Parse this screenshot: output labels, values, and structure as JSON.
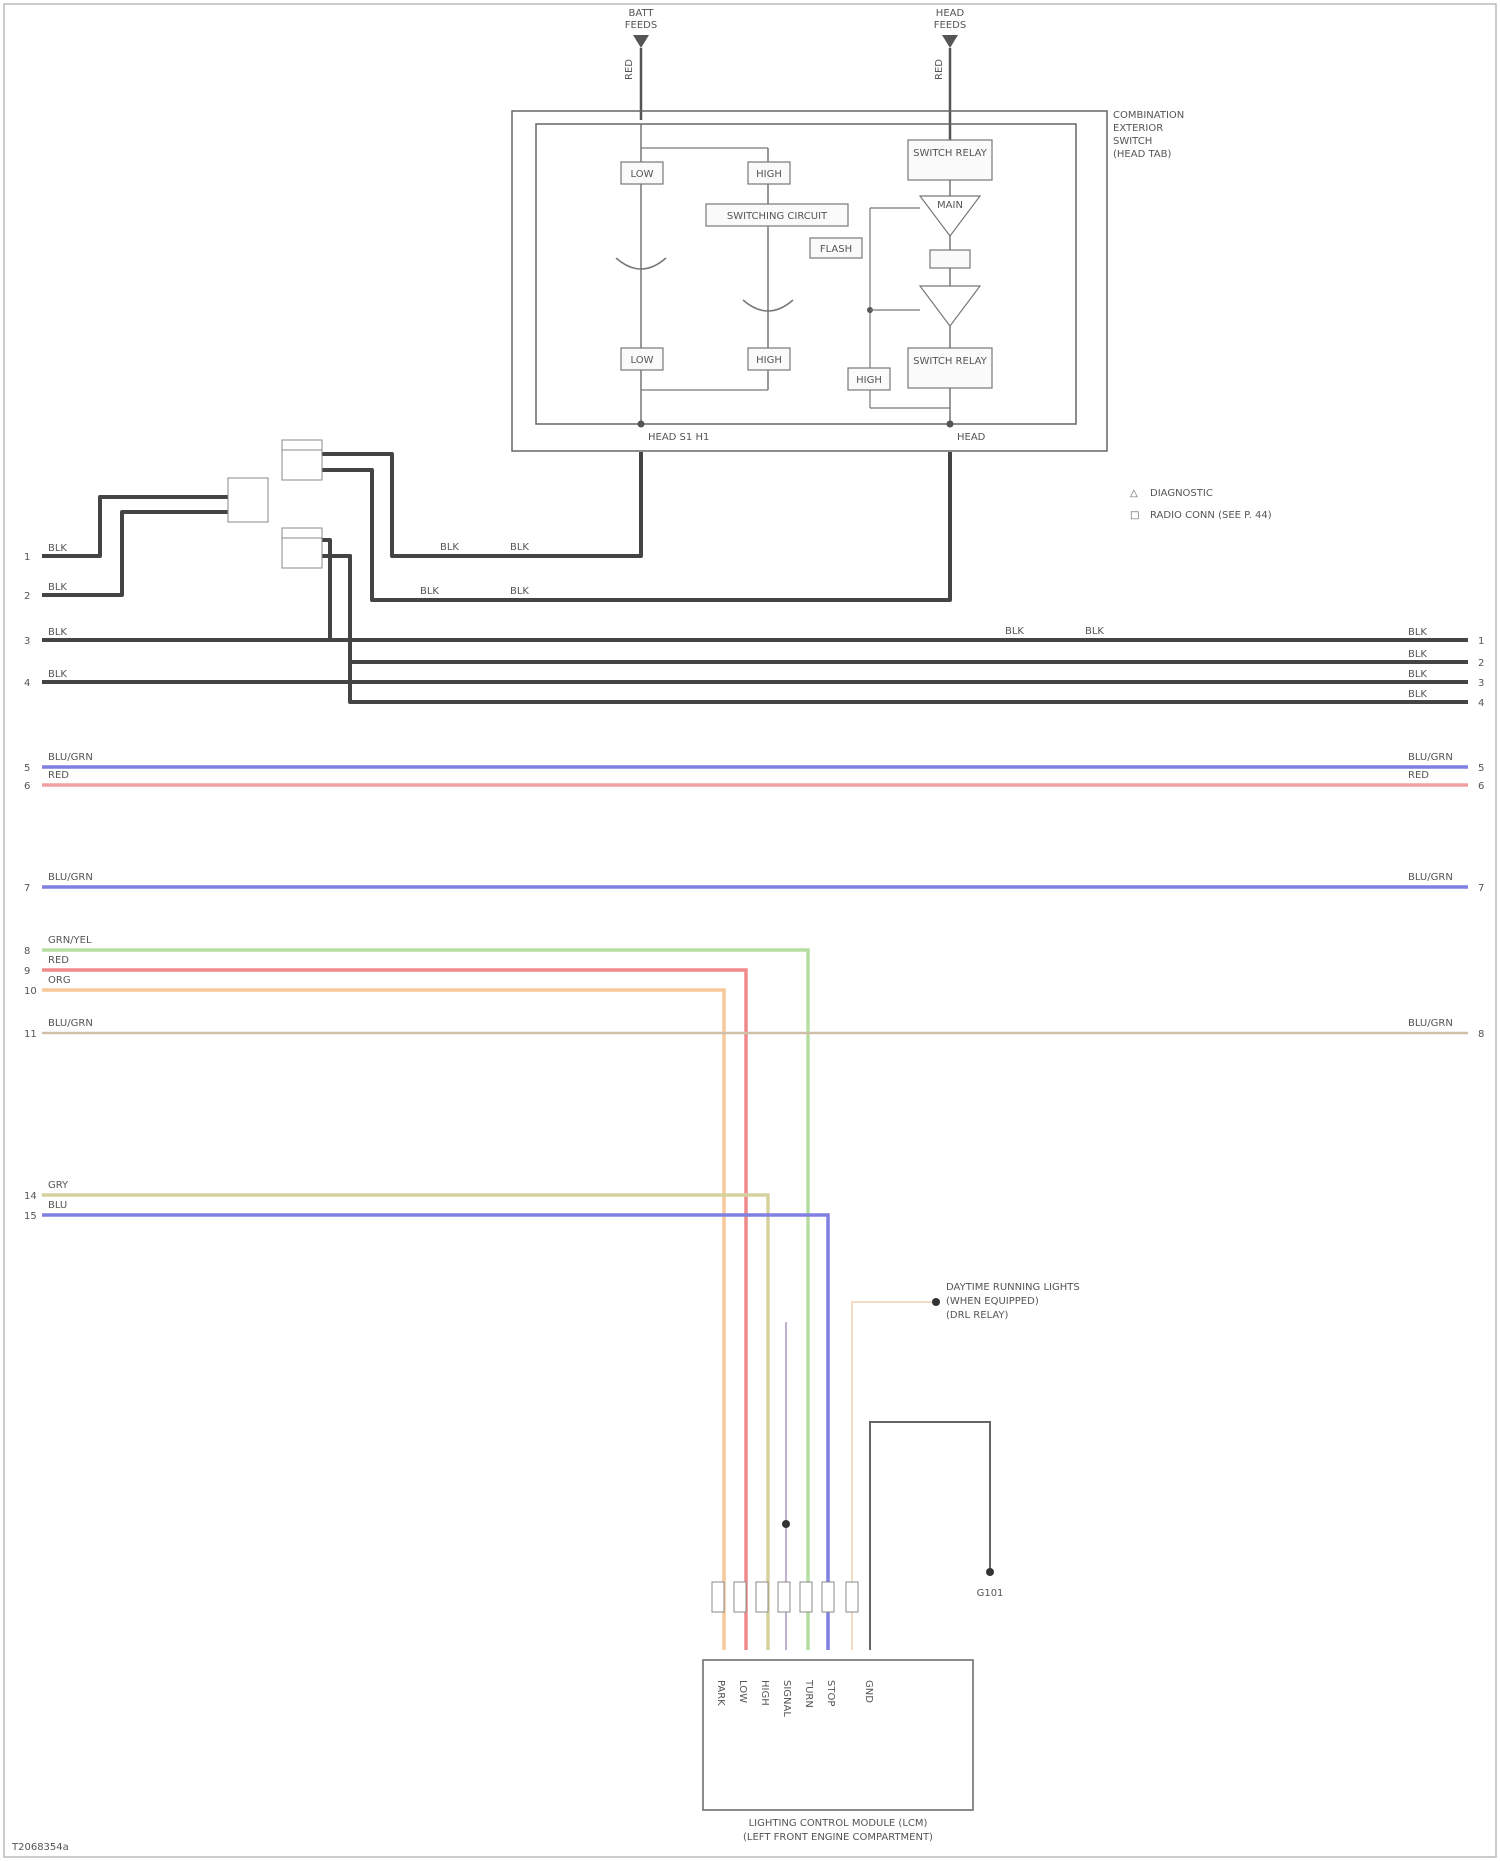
{
  "sources": [
    {
      "label_top": "BATT",
      "label_bottom": "FEEDS",
      "wire": "RED"
    },
    {
      "label_top": "HEAD",
      "label_bottom": "FEEDS",
      "wire": "RED"
    }
  ],
  "switch_block": {
    "title_lines": [
      "COMBINATION",
      "EXTERIOR",
      "SWITCH",
      "(HEAD TAB)"
    ],
    "inner_labels": [
      "LOW",
      "HIGH",
      "MAIN",
      "FLASH",
      "LOW",
      "HIGH",
      "HIGH"
    ],
    "relay_labels": [
      "SWITCH RELAY",
      "SWITCH RELAY"
    ],
    "circuit_label": "SWITCHING CIRCUIT",
    "bottom_left": "HEAD S1 H1",
    "bottom_right": "HEAD"
  },
  "legend": [
    {
      "symbol": "△",
      "text": "DIAGNOSTIC"
    },
    {
      "symbol": "□",
      "text": "RADIO CONN (SEE P. 44)"
    }
  ],
  "left_pins": [
    "1",
    "2",
    "3",
    "4",
    "5",
    "6",
    "7",
    "8",
    "9",
    "10",
    "11",
    "14",
    "15"
  ],
  "right_pins": [
    "1",
    "2",
    "3",
    "4",
    "5",
    "6",
    "7",
    "8"
  ],
  "wires": {
    "w1": "BLK",
    "w2": "BLK",
    "w3": "BLK",
    "w4": "BLK",
    "w5a": "BLU/GRN",
    "w5b": "RED",
    "w7": "BLU/GRN",
    "w8": "GRN/YEL",
    "w9": "RED",
    "w10": "ORG",
    "w11": "BLU/GRN",
    "w14": "GRY",
    "w15": "BLU",
    "r1": "BLK",
    "r2": "BLK",
    "r3": "BLK",
    "r4": "BLK",
    "r5a": "BLU/GRN",
    "r5b": "RED",
    "r7": "BLU/GRN",
    "r8": "BLU/GRN"
  },
  "splice_labels": [
    "BLK",
    "BLK",
    "BLK",
    "BLK",
    "BLK",
    "BLK"
  ],
  "module": {
    "title_line1": "LIGHTING CONTROL MODULE (LCM)",
    "title_line2": "(LEFT FRONT ENGINE COMPARTMENT)",
    "pin_labels": [
      "PARK",
      "LOW",
      "HIGH",
      "SIGNAL",
      "TURN",
      "STOP",
      "GND"
    ]
  },
  "external": {
    "line1": "DAYTIME RUNNING LIGHTS",
    "line2": "(WHEN EQUIPPED)",
    "line3": "(DRL RELAY)"
  },
  "ground": "G101",
  "footer_code": "T2068354a"
}
